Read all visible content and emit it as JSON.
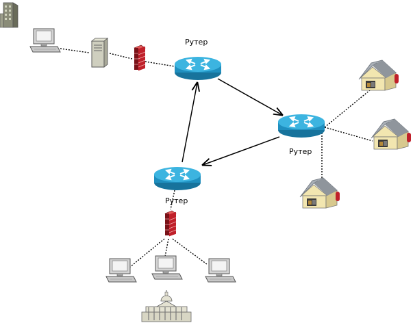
{
  "routers": [
    {
      "id": "router-top",
      "label": "Рутер"
    },
    {
      "id": "router-right",
      "label": "Рутер"
    },
    {
      "id": "router-bottom",
      "label": "Рутер"
    }
  ],
  "devices": [
    {
      "id": "office-building",
      "kind": "office-building-icon"
    },
    {
      "id": "workstation",
      "kind": "computer-icon"
    },
    {
      "id": "server",
      "kind": "server-icon"
    },
    {
      "id": "firewall-top",
      "kind": "firewall-icon"
    },
    {
      "id": "firewall-bottom",
      "kind": "firewall-icon"
    },
    {
      "id": "house-1",
      "kind": "house-icon"
    },
    {
      "id": "house-2",
      "kind": "house-icon"
    },
    {
      "id": "house-3",
      "kind": "house-icon"
    },
    {
      "id": "computer-1",
      "kind": "computer-icon"
    },
    {
      "id": "computer-2",
      "kind": "computer-icon"
    },
    {
      "id": "computer-3",
      "kind": "computer-icon"
    },
    {
      "id": "government-building",
      "kind": "government-building-icon"
    }
  ],
  "links": [
    {
      "from": "workstation",
      "to": "server",
      "style": "dotted"
    },
    {
      "from": "server",
      "to": "firewall-top",
      "style": "dotted"
    },
    {
      "from": "firewall-top",
      "to": "router-top",
      "style": "dotted"
    },
    {
      "from": "router-top",
      "to": "router-right",
      "style": "arrow"
    },
    {
      "from": "router-right",
      "to": "router-bottom",
      "style": "arrow"
    },
    {
      "from": "router-bottom",
      "to": "router-top",
      "style": "arrow"
    },
    {
      "from": "router-right",
      "to": "house-1",
      "style": "dotted"
    },
    {
      "from": "router-right",
      "to": "house-2",
      "style": "dotted"
    },
    {
      "from": "router-right",
      "to": "house-3",
      "style": "dotted"
    },
    {
      "from": "router-bottom",
      "to": "firewall-bottom",
      "style": "dotted"
    },
    {
      "from": "firewall-bottom",
      "to": "computer-1",
      "style": "dotted"
    },
    {
      "from": "firewall-bottom",
      "to": "computer-2",
      "style": "dotted"
    },
    {
      "from": "firewall-bottom",
      "to": "computer-3",
      "style": "dotted"
    }
  ],
  "colors": {
    "router_body": "#1f8fbf",
    "router_top": "#3cb4e0",
    "firewall": "#c0202a",
    "computer": "#c8c8c8",
    "house_roof": "#9aa0a8",
    "house_wall": "#f2e6b0"
  }
}
